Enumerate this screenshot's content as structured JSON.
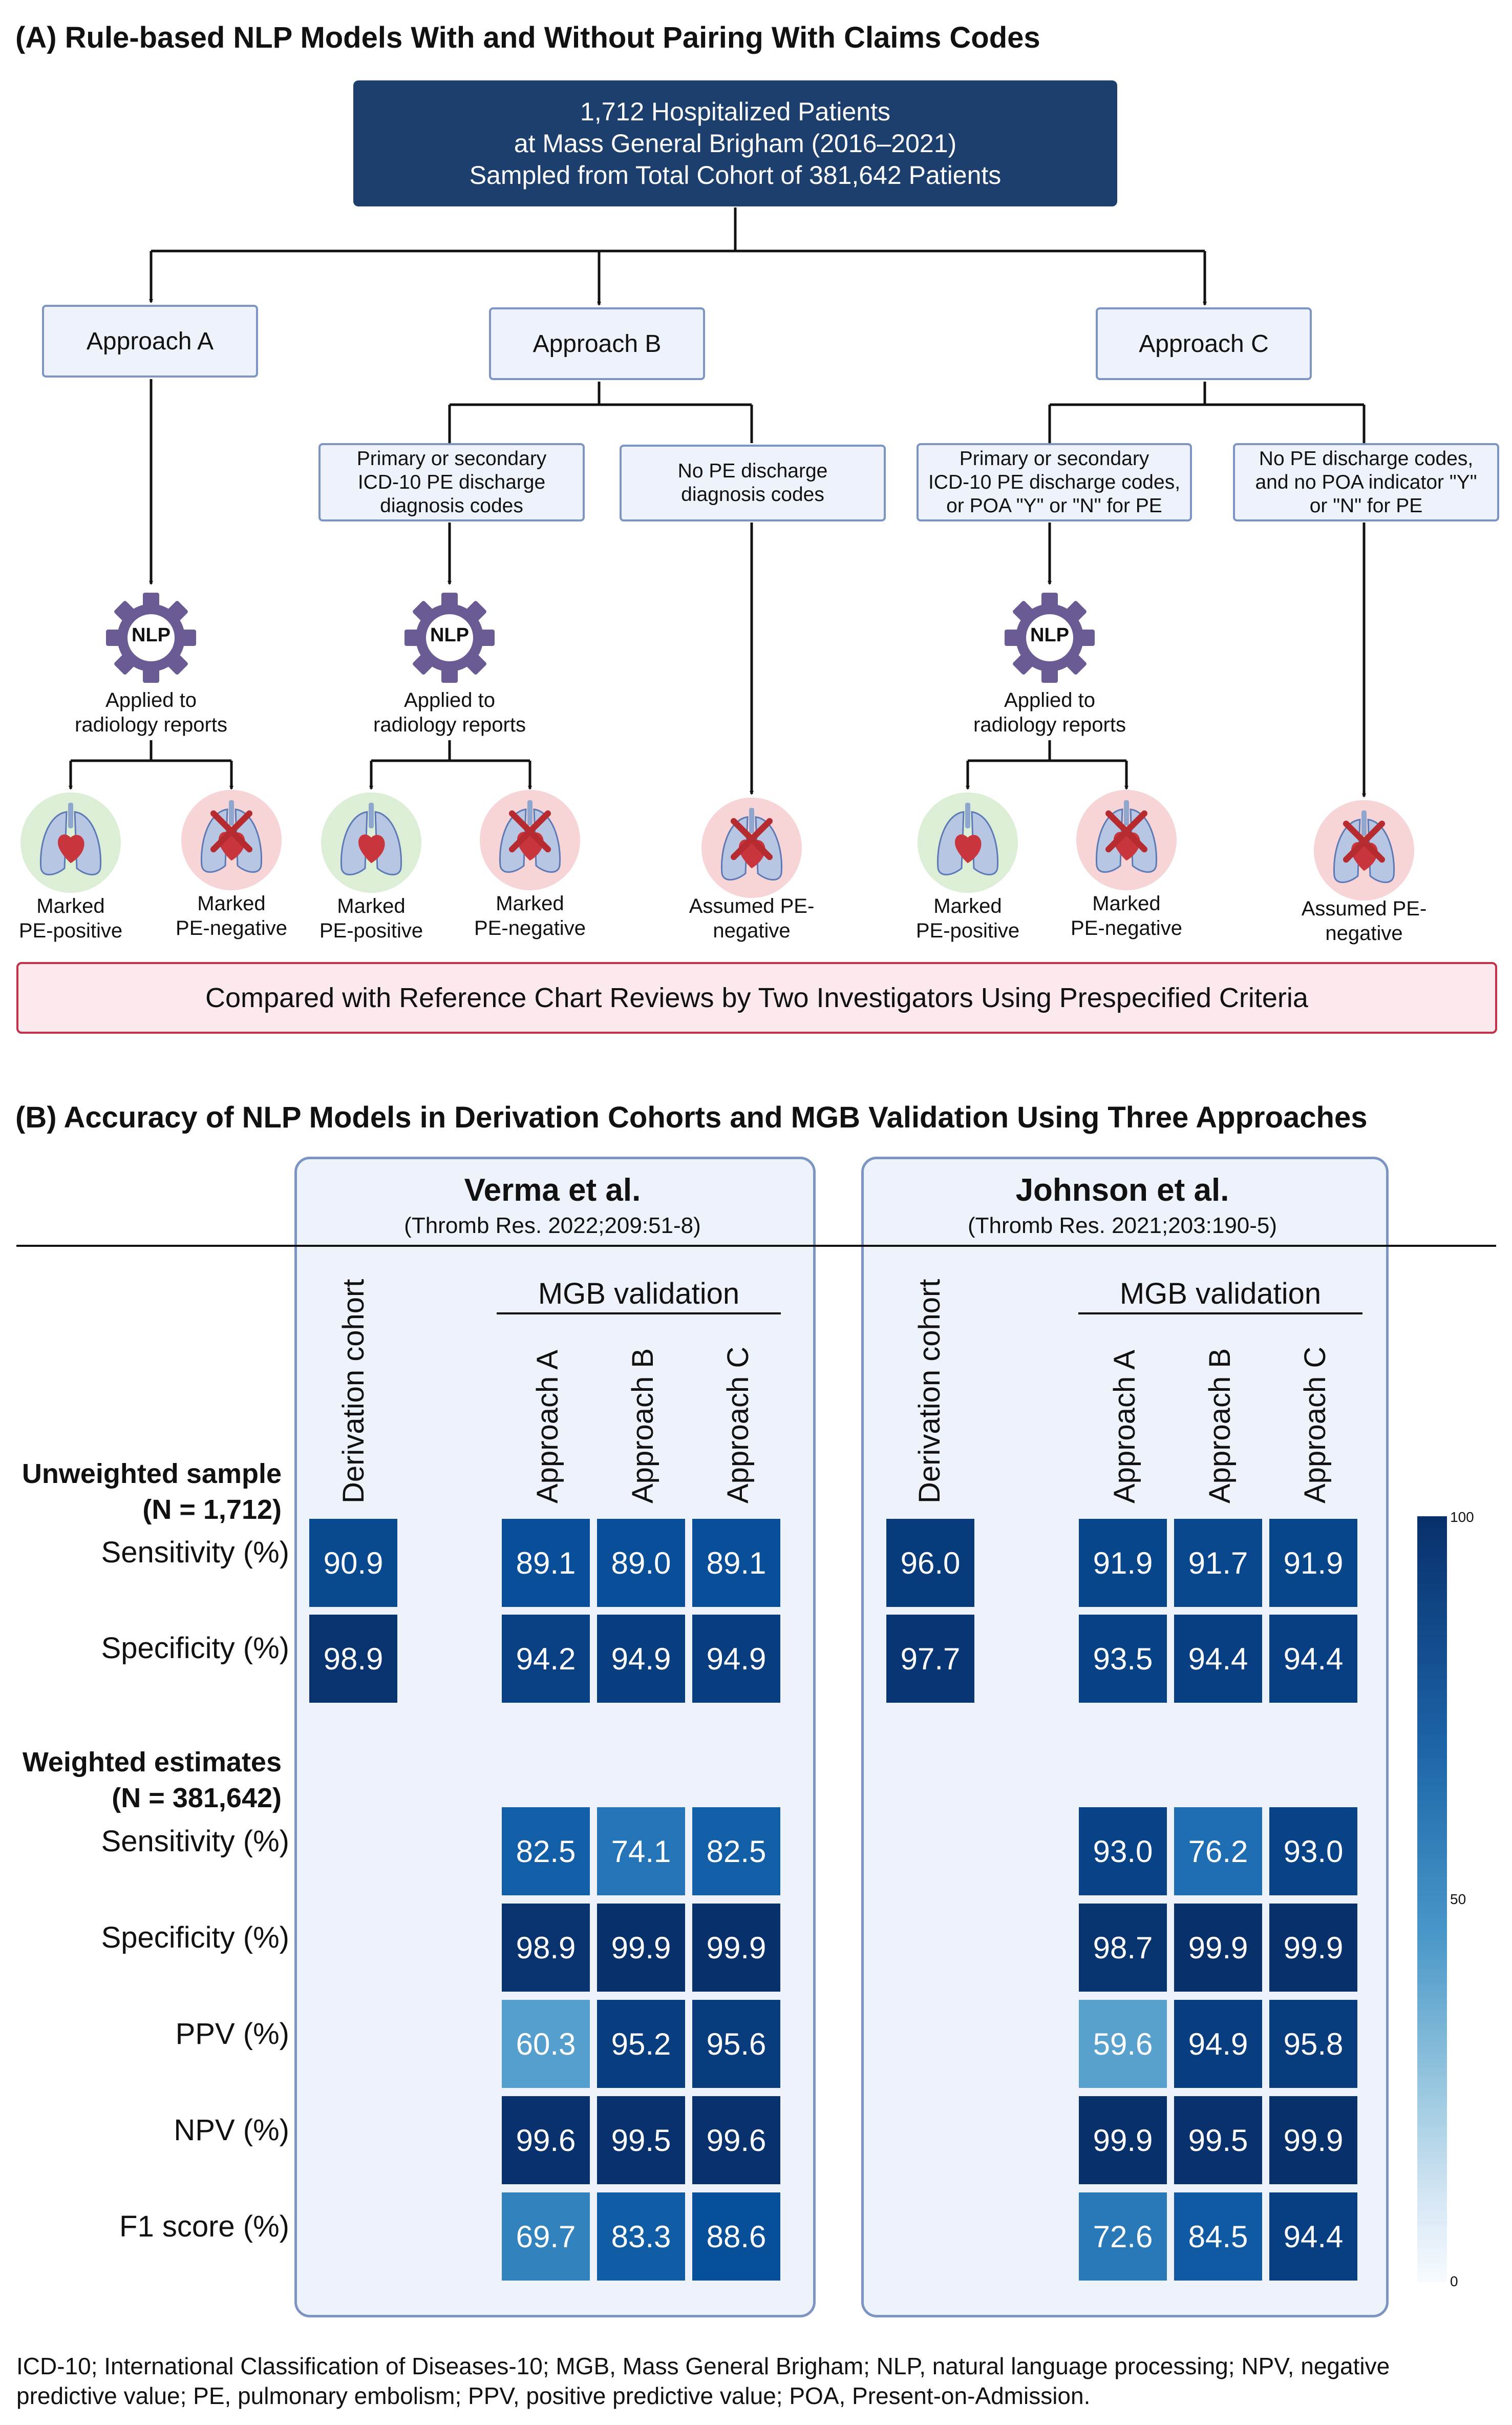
{
  "panel_a": {
    "title": "(A) Rule-based NLP Models With and Without Pairing With Claims Codes",
    "root": {
      "lines": [
        "1,712 Hospitalized Patients",
        "at Mass General Brigham (2016–2021)",
        "Sampled from Total Cohort of 381,642 Patients"
      ]
    },
    "approaches": {
      "a": "Approach A",
      "b": "Approach B",
      "c": "Approach C"
    },
    "sub": {
      "b_left": [
        "Primary or secondary",
        "ICD-10 PE discharge",
        "diagnosis codes"
      ],
      "b_right": [
        "No PE discharge",
        "diagnosis codes"
      ],
      "c_left": [
        "Primary or secondary",
        "ICD-10 PE discharge codes,",
        "or POA \"Y\" or \"N\" for PE"
      ],
      "c_right": [
        "No PE discharge codes,",
        "and no POA indicator \"Y\"",
        "or \"N\" for PE"
      ]
    },
    "nlp_label": "NLP",
    "applied": [
      "Applied to",
      "radiology reports"
    ],
    "outcomes": {
      "pos": [
        "Marked",
        "PE-positive"
      ],
      "neg": [
        "Marked",
        "PE-negative"
      ],
      "assumed": [
        "Assumed PE-",
        "negative"
      ]
    },
    "compare": "Compared with Reference Chart Reviews by Two Investigators Using Prespecified Criteria"
  },
  "panel_b": {
    "title": "(B) Accuracy of NLP Models in Derivation Cohorts and MGB Validation Using Three Approaches",
    "studies": [
      {
        "name": "Verma et al.",
        "citation": "(Thromb Res. 2022;209:51-8)"
      },
      {
        "name": "Johnson et al.",
        "citation": "(Thromb Res. 2021;203:190-5)"
      }
    ],
    "derivation_label": "Derivation cohort",
    "mgb_label": "MGB validation",
    "approach_labels": [
      "Approach A",
      "Approach B",
      "Approach C"
    ],
    "groups": {
      "unweighted": [
        "Unweighted sample",
        "(N = 1,712)"
      ],
      "weighted": [
        "Weighted estimates",
        "(N = 381,642)"
      ]
    },
    "rows": [
      "Sensitivity (%)",
      "Specificity (%)",
      "Sensitivity (%)",
      "Specificity (%)",
      "PPV (%)",
      "NPV (%)",
      "F1 score (%)"
    ],
    "colorbar": {
      "max": "100",
      "mid": "50",
      "min": "0",
      "low_color": "#f7fbff",
      "high_color": "#08306b"
    }
  },
  "chart_data": {
    "type": "heatmap",
    "row_labels": [
      "Sensitivity (%)",
      "Specificity (%)",
      "Sensitivity (%)",
      "Specificity (%)",
      "PPV (%)",
      "NPV (%)",
      "F1 score (%)"
    ],
    "row_groups": [
      "Unweighted sample (N = 1,712)",
      "Unweighted sample (N = 1,712)",
      "Weighted estimates (N = 381,642)",
      "Weighted estimates (N = 381,642)",
      "Weighted estimates (N = 381,642)",
      "Weighted estimates (N = 381,642)",
      "Weighted estimates (N = 381,642)"
    ],
    "column_labels": [
      "Derivation cohort",
      "Approach A",
      "Approach B",
      "Approach C"
    ],
    "scale": [
      0,
      100
    ],
    "panels": [
      {
        "name": "Verma et al.",
        "values": [
          [
            90.9,
            89.1,
            89.0,
            89.1
          ],
          [
            98.9,
            94.2,
            94.9,
            94.9
          ],
          [
            null,
            82.5,
            74.1,
            82.5
          ],
          [
            null,
            98.9,
            99.9,
            99.9
          ],
          [
            null,
            60.3,
            95.2,
            95.6
          ],
          [
            null,
            99.6,
            99.5,
            99.6
          ],
          [
            null,
            69.7,
            83.3,
            88.6
          ]
        ]
      },
      {
        "name": "Johnson et al.",
        "values": [
          [
            96.0,
            91.9,
            91.7,
            91.9
          ],
          [
            97.7,
            93.5,
            94.4,
            94.4
          ],
          [
            null,
            93.0,
            76.2,
            93.0
          ],
          [
            null,
            98.7,
            99.9,
            99.9
          ],
          [
            null,
            59.6,
            94.9,
            95.8
          ],
          [
            null,
            99.9,
            99.5,
            99.9
          ],
          [
            null,
            72.6,
            84.5,
            94.4
          ]
        ]
      }
    ]
  },
  "footnote": "ICD-10; International Classification of Diseases-10; MGB, Mass General Brigham; NLP, natural language processing; NPV, negative predictive value; PE, pulmonary embolism; PPV, positive predictive value; POA, Present-on-Admission."
}
